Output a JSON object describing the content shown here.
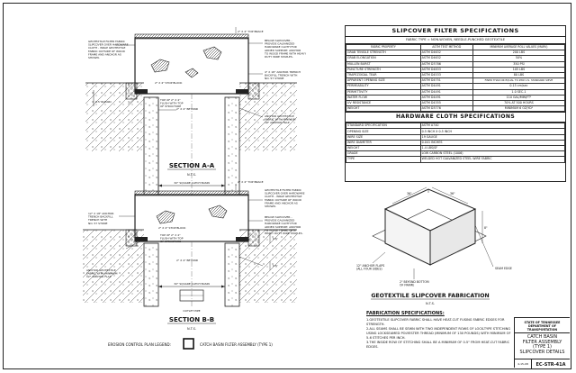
{
  "sectionA": {
    "title": "SECTION A-A",
    "scale": "N.T.S.",
    "labels": {
      "brace": "2\" X 4\" TOP BRACE",
      "geotextile": "GEOTEXTILE FILTER FABRIC SLIPCOVER OVER HARDWARE CLOTH - WRAP GEOTEXTILE FABRIC OUTSIDE OF WOOD FRAME AND ANCHOR AS SHOWN.",
      "below": "BELOW SLIPCOVER - PROVIDE GALVANIZED HARDWARE CLOTH FOR ADDED SUPPORT. ANCHOR TO WOOD FRAME WITH HEAVY DUTY WIRE STAPLES.",
      "stopBlock": "2\" X 4\" STOP BLOCK",
      "anchor": "4\" X 18\" ANCHOR TRENCH BACKFILL TRENCH WITH NO. 57 STONE",
      "topOf": "TOP OF 2\" X 4\" FLUSH WITH TOP OF STRUCTURE",
      "dim": "0.5' CLEAR",
      "beyond": "2\" X 4\" BEYOND",
      "anchorFabric": "ANCHOR GEOTEXTILE FABRIC WITH MINIMUM 12\" ANCHOR FLAP",
      "basin": "32\" SQUARE CATCH BASIN"
    }
  },
  "sectionB": {
    "title": "SECTION B-B",
    "scale": "N.T.S.",
    "labels": {
      "brace": "2\" X 4\" TOP BRACE",
      "geotextile": "GEOTEXTILE FILTER FABRIC SLIPCOVER OVER HARDWARE CLOTH - WRAP GEOTEXTILE FABRIC OUTSIDE OF WOOD FRAME AND ANCHOR AS SHOWN.",
      "stopBlock": "2\" X 4\" STOP BLOCK",
      "topOf": "TOP OF 2\" X 4\" FLUSH WITH TOP OF STRUCTURE",
      "anchor": "12\" X 18\" ANCHOR TRENCH BACKFILL TRENCH WITH NO. 57 STONE",
      "below": "BELOW SLIPCOVER - PROVIDE GALVANIZED HARDWARE CLOTH FOR ADDED SUPPORT. ANCHOR TO WOOD FRAME WITH HEAVY DUTY WIRE STAPLES.",
      "anchorFabric": "ANCHOR GEOTEXTILE FABRIC WITH MINIMUM 12\" ANCHOR FLAP",
      "beyond": "2\" X 4\" BEYOND",
      "basin": "32\" SQUARE CATCH BASIN",
      "outlet": "OUTLET PIPE",
      "dim1": "0.5'",
      "dim2": "0.5'"
    }
  },
  "legend": {
    "label": "EROSION CONTROL PLAN LEGEND:",
    "item": "CATCH BASIN FILTER ASSEMBLY (TYPE 1)"
  },
  "slipcover": {
    "title": "SLIPCOVER FILTER SPECIFICATIONS",
    "subtitle": "FABRIC TYPE = NON-WOVEN, NEEDLE-PUNCHED GEOTEXTILE",
    "headers": [
      "FABRIC PROPERTY",
      "ASTM TEST METHOD",
      "MINIMUM AVERAGE ROLL VALUES (MARV)"
    ],
    "rows": [
      [
        "GRAB TENSILE STRENGTH",
        "ASTM D4632",
        "200 LBS"
      ],
      [
        "GRAB ELONGATION",
        "ASTM D4632",
        "50%"
      ],
      [
        "MULLEN BURST",
        "ASTM D3786",
        "350 PSI"
      ],
      [
        "PUNCTURE STRENGTH",
        "ASTM D4833",
        "105 LBS"
      ],
      [
        "TRAPEZOIDAL TEAR",
        "ASTM D4533",
        "80 LBS"
      ],
      [
        "APPARENT OPENING SIZE",
        "ASTM D4751",
        "FINER THAN OR EQUAL TO #80 U.S. STANDARD SIEVE"
      ],
      [
        "PERMEABILITY",
        "ASTM D4491",
        "0.15 cm/sec"
      ],
      [
        "PERMITTIVITY",
        "ASTM D4491",
        "1.0 SEC-1"
      ],
      [
        "WATER FLOW",
        "ASTM D4491",
        "110 GAL/MIN/FT²"
      ],
      [
        "UV RESISTANCE",
        "ASTM D4355",
        "70% AT 500 HOURS"
      ],
      [
        "WEIGHT",
        "ASTM D3776",
        "MINIMUM 6 OZ/YD²"
      ]
    ]
  },
  "hardware": {
    "title": "HARDWARE CLOTH SPECIFICATIONS",
    "rows": [
      [
        "STANDARD SPECIFICATION",
        "ASTM A740"
      ],
      [
        "OPENING SIZE",
        "0.5 INCH X 0.5 INCH"
      ],
      [
        "WIRE SIZE",
        "19 GAUGE"
      ],
      [
        "WIRE DIAMETER",
        "0.041 INCHES"
      ],
      [
        "WEIGHT",
        "1.4 LBS/SF"
      ],
      [
        "GRADE",
        "LOW CARBON STEEL (1006)"
      ],
      [
        "TYPE",
        "WELDED HOT GALVANIZED STEEL WIRE FABRIC"
      ]
    ]
  },
  "fabrication": {
    "title": "GEOTEXTILE SLIPCOVER FABRICATION",
    "scale": "N.T.S.",
    "seamEdge": "SEAM EDGE",
    "anchorFlaps": "12\" ANCHOR FLAPS (ALL FOUR SIDES)",
    "beyondBottom": "2\" BEYOND BOTTOM OF FRAME",
    "dims": [
      "36\"",
      "36\"",
      "8\""
    ]
  },
  "fabNotes": {
    "title": "FABRICATION SPECIFICATIONS:",
    "items": [
      "1.GEOTEXTILE SLIPCOVER FABRIC SHALL HAVE HEAT-CUT FUSING FABRIC EDGES FOR STRENGTH.",
      "2.ALL SEAMS SHALL BE SEWN WITH TWO INDEPENDENT ROWS OF LOCK-TYPE STITCHING USING LOCKSEAMED POLYESTER THREAD (MINIMUM OF 130 POUNDS) WITH MINIMUM OF 5-6 STITCHES PER INCH.",
      "3.THE INSIDE ROW OF STITCHING SHALL BE A MINIMUM OF 0.5\" FROM HEAT-CUT FABRIC EDGES."
    ]
  },
  "titleBlock": {
    "state": "STATE OF TENNESSEE",
    "dept": "DEPARTMENT OF TRANSPORTATION",
    "drawingTitle": [
      "CATCH BASIN",
      "FILTER ASSEMBLY",
      "(TYPE 1)",
      "SLIPCOVER DETAILS"
    ],
    "date": "4-15-08",
    "number": "EC-STR-41A"
  }
}
